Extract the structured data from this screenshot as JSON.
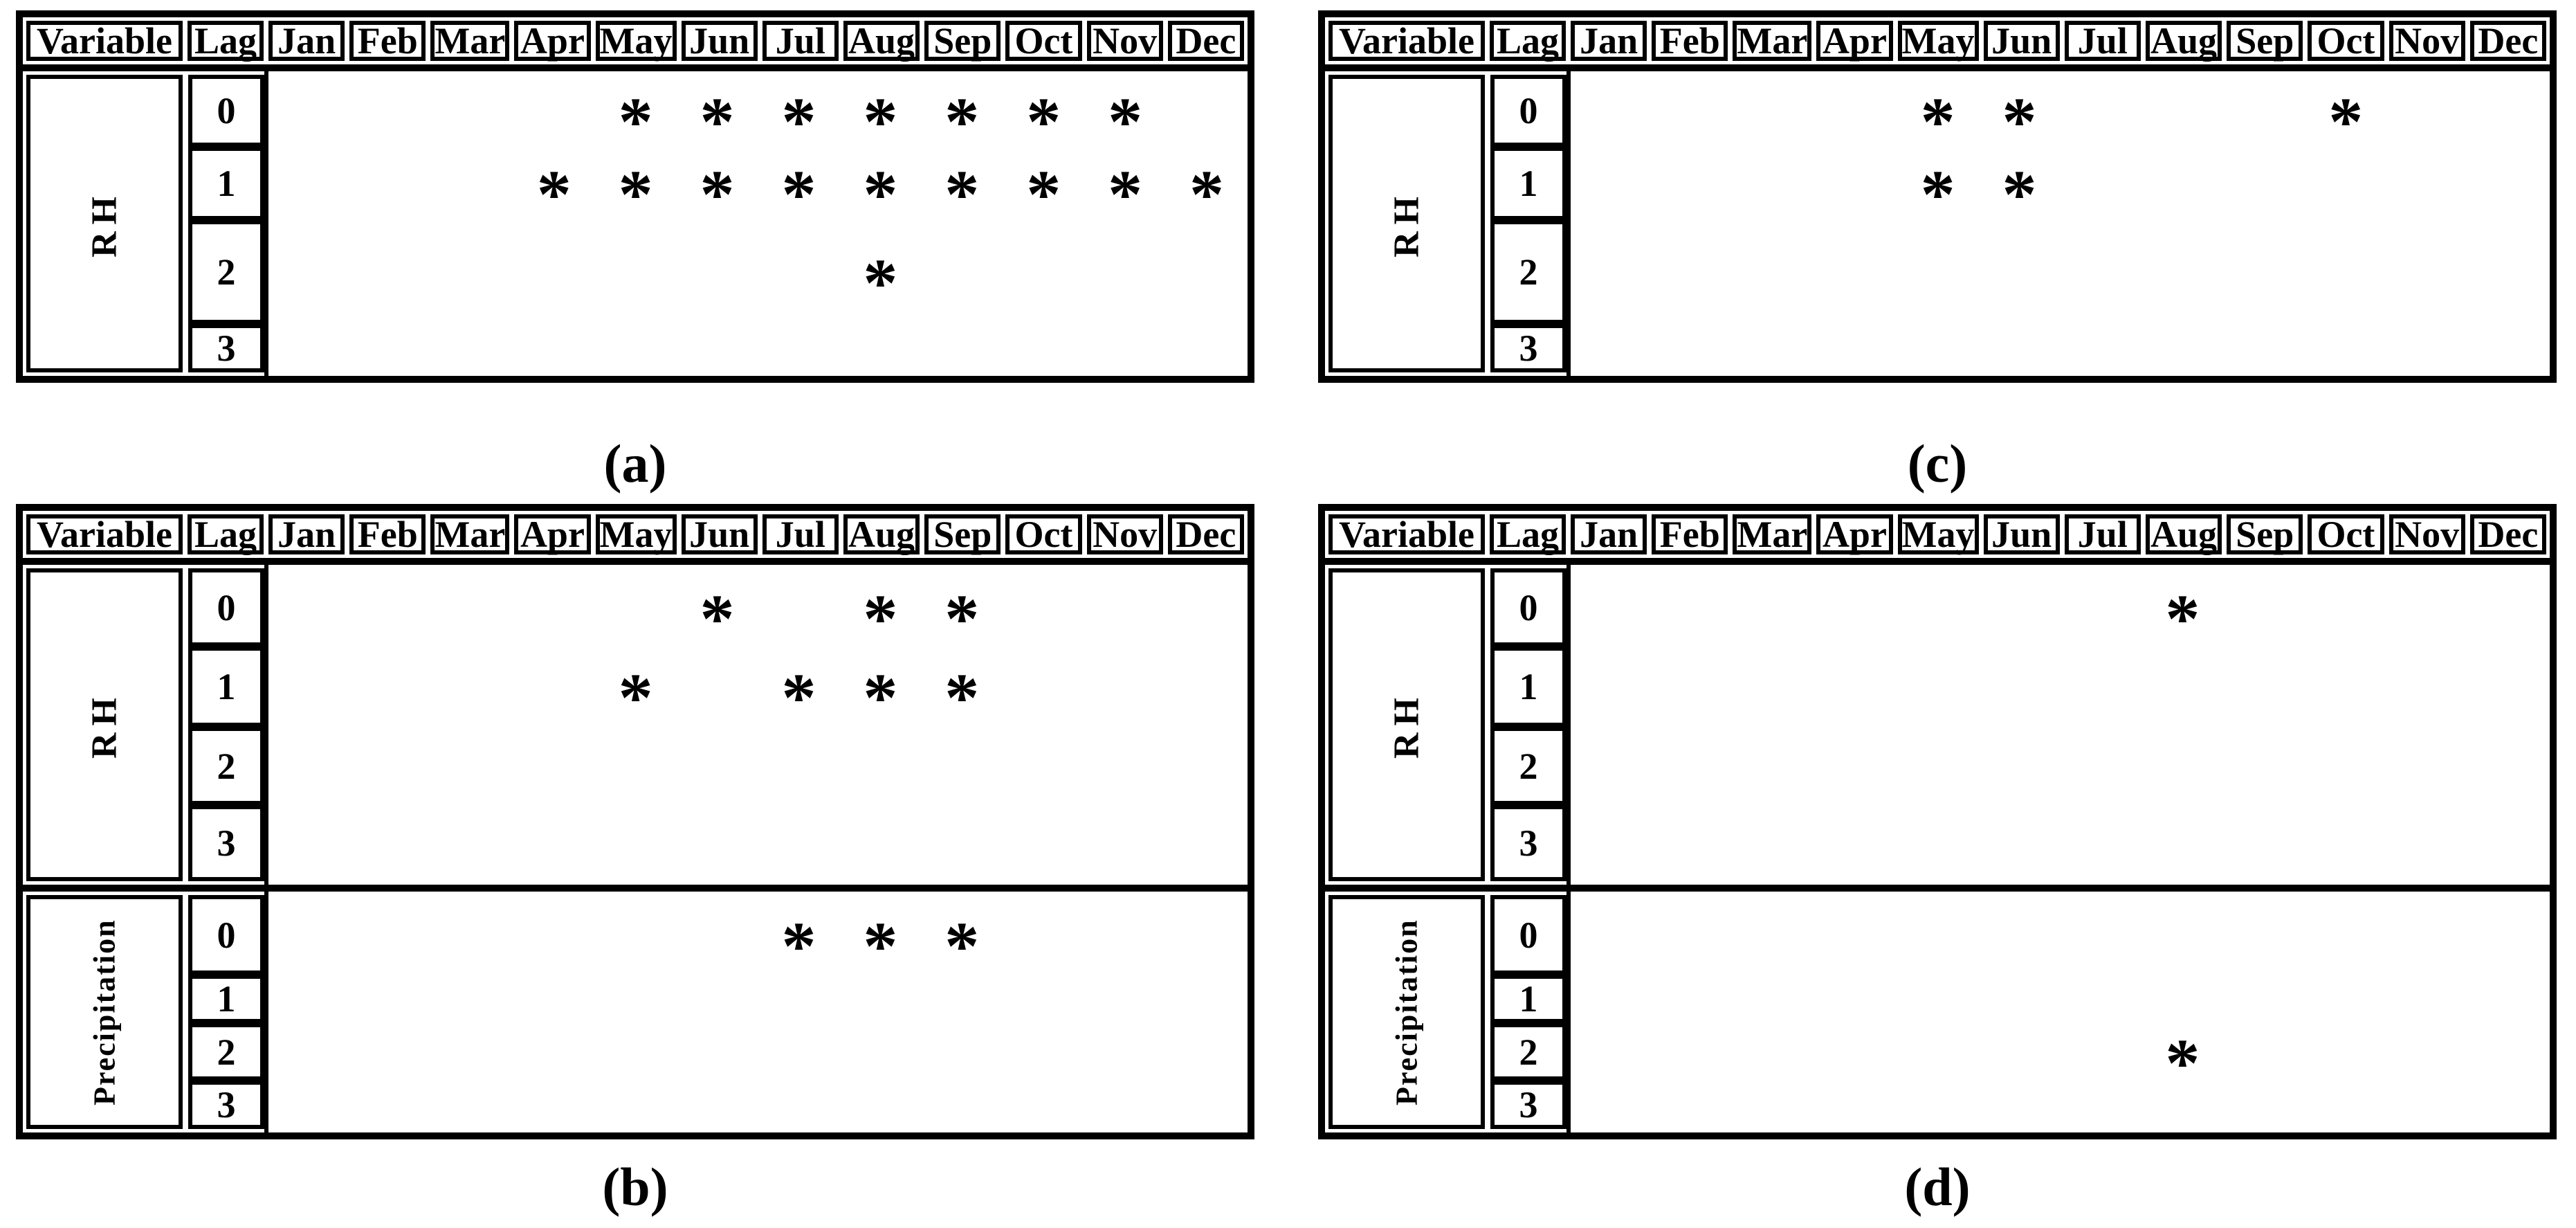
{
  "figure": {
    "background": "#ffffff",
    "ink_color": "#000000"
  },
  "header": {
    "variable_label": "Variable",
    "lag_label": "Lag"
  },
  "months": [
    "Jan",
    "Feb",
    "Mar",
    "Apr",
    "May",
    "Jun",
    "Jul",
    "Aug",
    "Sep",
    "Oct",
    "Nov",
    "Dec"
  ],
  "mark_symbol": "*",
  "panels": [
    {
      "id": "a",
      "caption": "(a)",
      "sections": [
        {
          "variable": "RH",
          "lags": [
            {
              "lag": "0",
              "marks": [
                "May",
                "Jun",
                "Jul",
                "Aug",
                "Sep",
                "Oct",
                "Nov"
              ]
            },
            {
              "lag": "1",
              "marks": [
                "Apr",
                "May",
                "Jun",
                "Jul",
                "Aug",
                "Sep",
                "Oct",
                "Nov",
                "Dec"
              ]
            },
            {
              "lag": "2",
              "marks": [
                "Aug"
              ]
            },
            {
              "lag": "3",
              "marks": []
            }
          ]
        }
      ]
    },
    {
      "id": "b",
      "caption": "(b)",
      "sections": [
        {
          "variable": "RH",
          "lags": [
            {
              "lag": "0",
              "marks": [
                "Jun",
                "Aug",
                "Sep"
              ]
            },
            {
              "lag": "1",
              "marks": [
                "May",
                "Jul",
                "Aug",
                "Sep"
              ]
            },
            {
              "lag": "2",
              "marks": []
            },
            {
              "lag": "3",
              "marks": []
            }
          ]
        },
        {
          "variable": "Precipitation",
          "lags": [
            {
              "lag": "0",
              "marks": [
                "Jul",
                "Aug",
                "Sep"
              ]
            },
            {
              "lag": "1",
              "marks": []
            },
            {
              "lag": "2",
              "marks": []
            },
            {
              "lag": "3",
              "marks": []
            }
          ]
        }
      ]
    },
    {
      "id": "c",
      "caption": "(c)",
      "sections": [
        {
          "variable": "RH",
          "lags": [
            {
              "lag": "0",
              "marks": [
                "May",
                "Jun",
                "Oct"
              ]
            },
            {
              "lag": "1",
              "marks": [
                "May",
                "Jun"
              ]
            },
            {
              "lag": "2",
              "marks": []
            },
            {
              "lag": "3",
              "marks": []
            }
          ]
        }
      ]
    },
    {
      "id": "d",
      "caption": "(d)",
      "sections": [
        {
          "variable": "RH",
          "lags": [
            {
              "lag": "0",
              "marks": [
                "Aug"
              ]
            },
            {
              "lag": "1",
              "marks": []
            },
            {
              "lag": "2",
              "marks": []
            },
            {
              "lag": "3",
              "marks": []
            }
          ]
        },
        {
          "variable": "Precipitation",
          "lags": [
            {
              "lag": "0",
              "marks": []
            },
            {
              "lag": "1",
              "marks": []
            },
            {
              "lag": "2",
              "marks": [
                "Aug"
              ]
            },
            {
              "lag": "3",
              "marks": []
            }
          ]
        }
      ]
    }
  ]
}
